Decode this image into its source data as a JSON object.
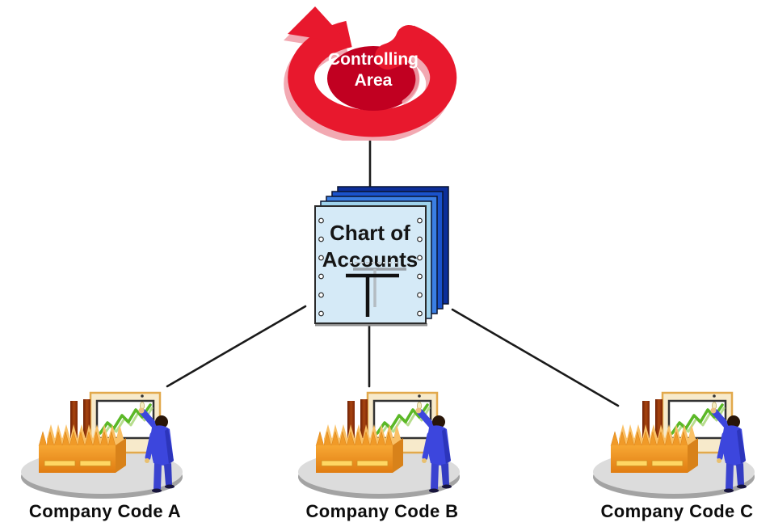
{
  "nodes": {
    "controlling_area": {
      "label": "Controlling Area",
      "line1": "Controlling",
      "line2": "Area"
    },
    "chart_of_accounts": {
      "label": "Chart of Accounts",
      "line1": "Chart of",
      "line2": "Accounts"
    },
    "companies": [
      {
        "label": "Company Code A"
      },
      {
        "label": "Company Code B"
      },
      {
        "label": "Company Code C"
      }
    ]
  },
  "connections": [
    {
      "from": "controlling-area",
      "to": "chart-of-accounts"
    },
    {
      "from": "chart-of-accounts",
      "to": "company-code-a"
    },
    {
      "from": "chart-of-accounts",
      "to": "company-code-b"
    },
    {
      "from": "chart-of-accounts",
      "to": "company-code-c"
    }
  ],
  "colors": {
    "arrow_red": "#e8182d",
    "arrow_red_dark": "#c10021",
    "arrow_pink": "#f2a9b2",
    "text_white": "#ffffff",
    "page_front": "#d5eaf7",
    "page_stack": [
      "#9ed2ec",
      "#3b7fe4",
      "#1a52cc",
      "#0c2e9a"
    ],
    "factory_orange": "#f09a28",
    "factory_orange_light": "#f9c066",
    "factory_stripe_yellow": "#ffd763",
    "chimney_brown": "#8a2e08",
    "board_tan": "#f7eacb",
    "chart_green": "#5bb827",
    "chart_green_light": "#b6dd8e",
    "person_blue": "#3c46dd",
    "platform_gray": "#dcdcdc",
    "line_black": "#1a1a1a"
  }
}
